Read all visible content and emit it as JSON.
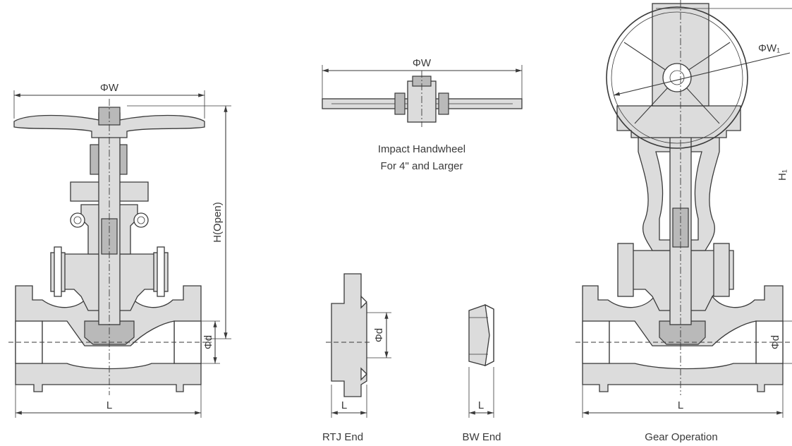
{
  "labels": {
    "main_phi_w": "ΦW",
    "main_h_open": "H(Open)",
    "main_phi_d": "Φd",
    "main_l": "L",
    "impact_phi_w": "ΦW",
    "impact_caption_line1": "Impact Handwheel",
    "impact_caption_line2": "For 4\" and Larger",
    "rtj_phi_d": "Φd",
    "rtj_l": "L",
    "rtj_caption": "RTJ End",
    "bw_l": "L",
    "bw_caption": "BW End",
    "gear_phi_w1": "ΦW₁",
    "gear_h1": "H₁",
    "gear_phi_d": "Φd",
    "gear_l": "L",
    "gear_caption": "Gear Operation"
  }
}
